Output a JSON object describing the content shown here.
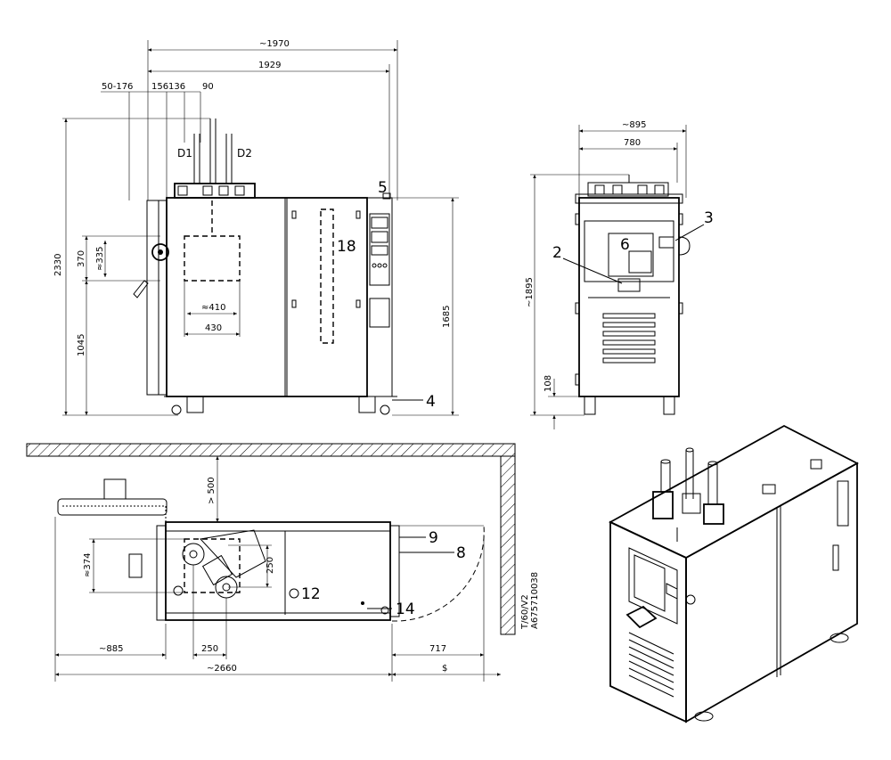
{
  "front_view": {
    "dims": {
      "overall_width": "~1970",
      "frame_width": "1929",
      "offset_left": "50-176",
      "offset_156": "156",
      "offset_136": "136",
      "offset_90": "90",
      "total_height": "2330",
      "port_height": "370",
      "port_inner": "≈335",
      "port_bottom": "1045",
      "cabinet_height": "1685",
      "window_width_inner": "≈410",
      "window_width": "430"
    },
    "labels": {
      "d1": "D1",
      "d2": "D2"
    },
    "callouts": {
      "c5": "5",
      "c18": "18",
      "c4": "4"
    }
  },
  "side_view": {
    "dims": {
      "overall_width": "~895",
      "frame_width": "780",
      "total_height": "~1895",
      "base_height": "108"
    },
    "callouts": {
      "c2": "2",
      "c3": "3",
      "c6": "6"
    }
  },
  "top_view": {
    "dims": {
      "clearance_back": "> 500",
      "width_374": "≈374",
      "width_250_v": "250",
      "width_250_h": "250",
      "left_depth": "~885",
      "door_swing": "717",
      "overall_length": "~2660",
      "s_mark": "$"
    },
    "callouts": {
      "c9": "9",
      "c8": "8",
      "c12": "12",
      "c14": "14"
    }
  },
  "document_ref": {
    "line1": "T/60/V2",
    "line2": "A675710038"
  }
}
